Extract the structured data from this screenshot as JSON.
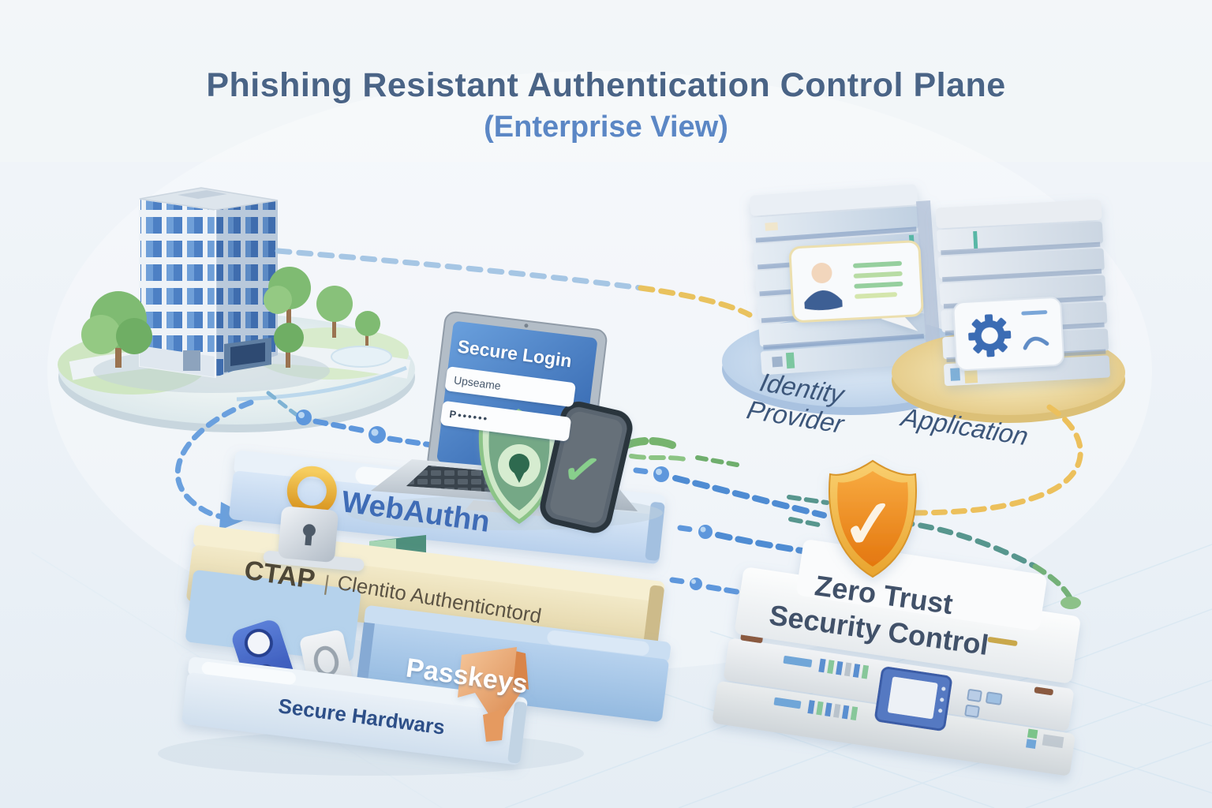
{
  "title": {
    "main": "Phishing Resistant Authentication Control Plane",
    "subtitle": "(Enterprise View)"
  },
  "laptop": {
    "screen_title": "Secure Login",
    "username_value": "Upseame",
    "password_value": "P••••••"
  },
  "stack": {
    "webauthn_label": "WebAuthn",
    "ctap_label": "CTAP",
    "ctap_separator": "|",
    "ctap_detail": "Clentito Authenticntord",
    "passkeys_label": "Passkeys",
    "secure_hardware_label": "Secure Hardwars"
  },
  "nodes": {
    "identity_provider_line1": "Identity",
    "identity_provider_line2": "Provider",
    "application_label": "Application",
    "zero_trust_line1": "Zero Trust",
    "zero_trust_line2": "Security Control"
  },
  "icons": {
    "check_glyph": "✓",
    "padlock": "padlock-icon",
    "security_key": "security-key-icon",
    "shield_keyhole": "shield-keyhole-icon",
    "smartphone_check": "smartphone-check-icon",
    "shield_check": "shield-check-icon",
    "id_card": "id-card-icon",
    "gear": "gear-icon",
    "ribbon_arrow": "ribbon-arrow-icon",
    "office_building": "office-building-icon",
    "tree": "tree-icon",
    "server_stack": "server-stack-icon"
  },
  "colors": {
    "title": "#4a6486",
    "subtitle": "#5b87c5",
    "webauthn_text": "#3f6cb6",
    "ctap_text": "#4e4737",
    "passkeys_text": "#ffffff",
    "hardware_text": "#2d4f88",
    "node_label": "#3c567a",
    "zero_trust_text": "#415169",
    "dash_blue": "#5e97dc",
    "dash_yellow": "#e9c25e",
    "dash_teal": "#57968e",
    "dash_green": "#74b178",
    "shield_orange": "#ef9427",
    "shield_green": "#7fbf84",
    "webauthn_slab": "#cbdef4",
    "ctap_slab": "#ecdfb6",
    "passkeys_slab": "#a5c7e8",
    "hardware_slab": "#dfeaf4"
  }
}
